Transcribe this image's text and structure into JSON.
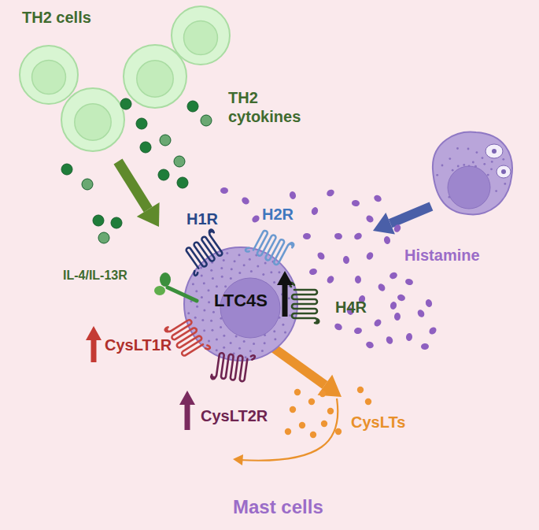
{
  "diagram": {
    "nodes": [
      {
        "text": [
          "LTC4S"
        ]
      }
    ],
    "labels": [
      "TH2 cells",
      "TH2 cytokines",
      "H1R",
      "H2R",
      "IL-4/IL-13R",
      "H4R",
      "Histamine",
      "CysLT1R",
      "CysLT2R",
      "CysLTs",
      "Mast cells"
    ]
  }
}
